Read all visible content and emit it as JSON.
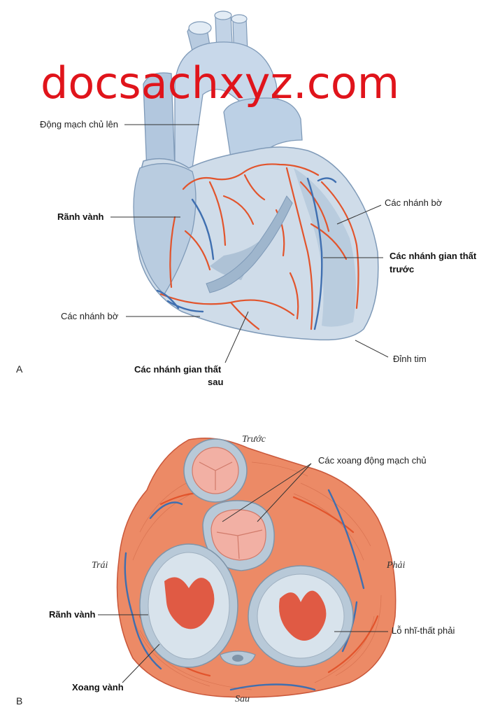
{
  "watermark": "docsachxyz.com",
  "panel_a": {
    "letter": "A",
    "labels": {
      "ascending_aorta": "Động mạch chủ lên",
      "coronary_sulcus": "Rãnh vành",
      "marginal_branches_left": "Các nhánh bờ",
      "posterior_interventricular_1": "Các nhánh gian thất",
      "posterior_interventricular_2": "sau",
      "marginal_branches_right": "Các nhánh bờ",
      "anterior_interventricular_1": "Các nhánh gian thất",
      "anterior_interventricular_2": "trước",
      "apex": "Đỉnh tim"
    }
  },
  "panel_b": {
    "letter": "B",
    "labels": {
      "anterior": "Trước",
      "aortic_sinuses": "Các xoang động mạch chủ",
      "left": "Trái",
      "right": "Phải",
      "coronary_sulcus": "Rãnh vành",
      "coronary_sinus": "Xoang vành",
      "right_av_orifice": "Lỗ nhĩ-thất phải",
      "posterior": "Sau"
    }
  },
  "colors": {
    "heart_fill": "#cfdce9",
    "heart_shade": "#9fb6cd",
    "artery": "#e2542c",
    "vein": "#3f6fb0",
    "muscle": "#ec8a66",
    "valve": "#f2b0a4",
    "watermark": "#e0141b"
  }
}
